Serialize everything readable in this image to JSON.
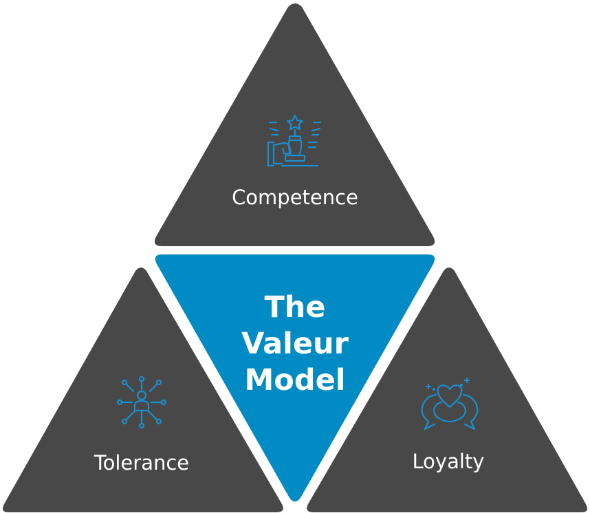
{
  "colors": {
    "dark_triangle": "#484848",
    "accent_triangle": "#008bc4",
    "icon_stroke": "#1a8fce",
    "text": "#ffffff"
  },
  "segments": {
    "competence": {
      "label": "Competence",
      "icon": "hand-holding-star-trophy-icon"
    },
    "tolerance": {
      "label": "Tolerance",
      "icon": "person-network-icon"
    },
    "loyalty": {
      "label": "Loyalty",
      "icon": "hearts-speech-bubbles-icon"
    }
  },
  "center": {
    "title_lines": [
      "The",
      "Valeur",
      "Model"
    ]
  }
}
